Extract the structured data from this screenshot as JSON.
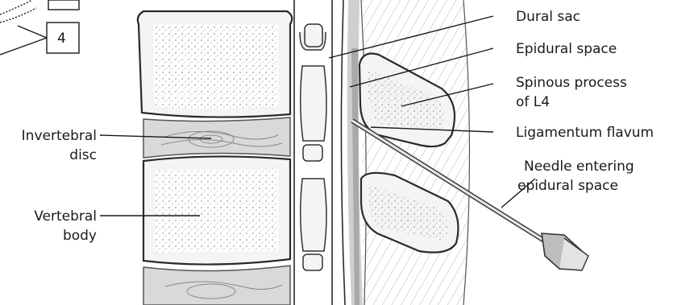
{
  "figure": {
    "badge_label": "4",
    "labels": {
      "dural_sac": "Dural sac",
      "epidural_space": "Epidural space",
      "spinous_process_line1": "Spinous process",
      "spinous_process_line2": "of L4",
      "ligamentum_flavum": "Ligamentum flavum",
      "needle_line1": "Needle entering",
      "needle_line2": "epidural space",
      "disc_line1": "Invertebral",
      "disc_line2": "disc",
      "body_line1": "Vertebral",
      "body_line2": "body"
    }
  }
}
